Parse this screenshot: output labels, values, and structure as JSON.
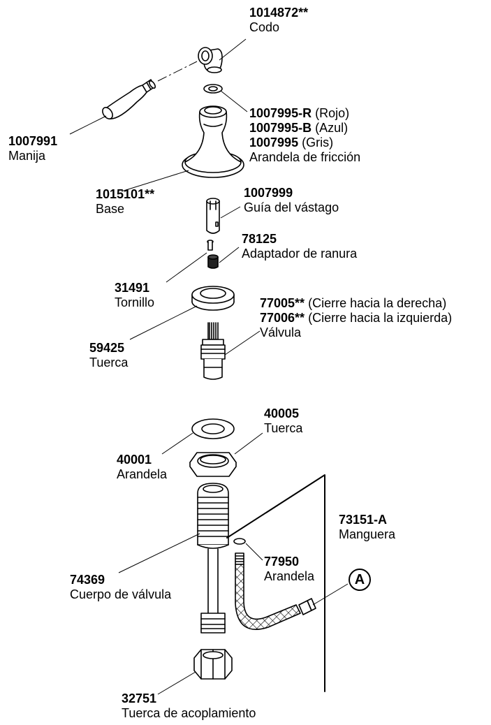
{
  "parts": {
    "elbow": {
      "number": "1014872**",
      "name": "Codo"
    },
    "handle": {
      "number": "1007991",
      "name": "Manija"
    },
    "friction_washer": {
      "red_number": "1007995-R",
      "red_color": "(Rojo)",
      "blue_number": "1007995-B",
      "blue_color": "(Azul)",
      "gray_number": "1007995",
      "gray_color": "(Gris)",
      "name": "Arandela de fricción"
    },
    "base": {
      "number": "1015101**",
      "name": "Base"
    },
    "stem_guide": {
      "number": "1007999",
      "name": "Guía del vástago"
    },
    "spline_adapter": {
      "number": "78125",
      "name": "Adaptador de ranura"
    },
    "screw": {
      "number": "31491",
      "name": "Tornillo"
    },
    "valve": {
      "right_number": "77005**",
      "right_desc": "(Cierre hacia la derecha)",
      "left_number": "77006**",
      "left_desc": "(Cierre hacia la izquierda)",
      "name": "Válvula"
    },
    "nut_top": {
      "number": "59425",
      "name": "Tuerca"
    },
    "nut_mid": {
      "number": "40005",
      "name": "Tuerca"
    },
    "washer": {
      "number": "40001",
      "name": "Arandela"
    },
    "hose": {
      "number": "73151-A",
      "name": "Manguera"
    },
    "hose_washer": {
      "number": "77950",
      "name": "Arandela"
    },
    "valve_body": {
      "number": "74369",
      "name": "Cuerpo de válvula"
    },
    "coupling_nut": {
      "number": "32751",
      "name": "Tuerca de acoplamiento"
    }
  },
  "callout": {
    "letter": "A"
  }
}
